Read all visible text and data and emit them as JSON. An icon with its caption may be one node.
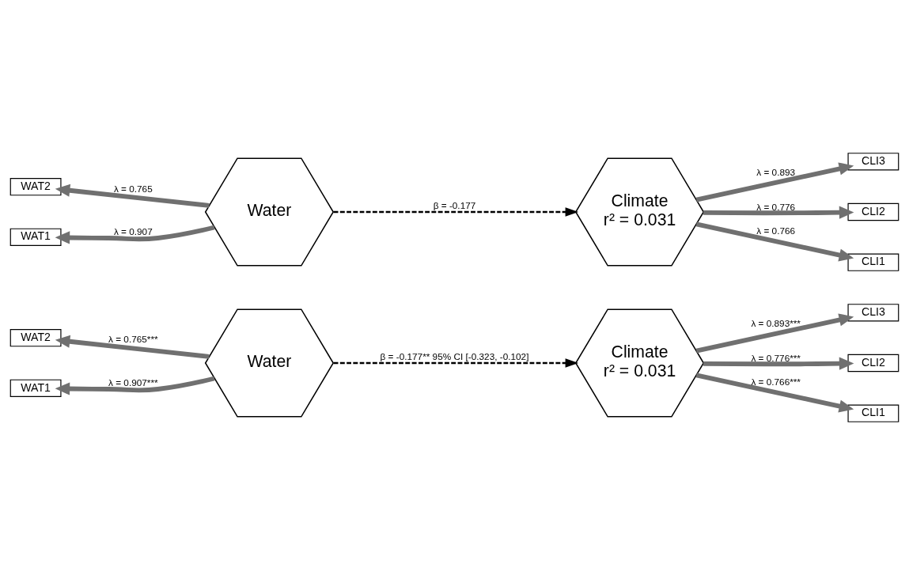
{
  "diagram": {
    "nodes": [
      {
        "text": [
          "WAT1"
        ]
      },
      {
        "text": [
          "WAT2"
        ]
      },
      {
        "text": [
          "Water"
        ]
      },
      {
        "text": [
          "Climate",
          "r² = 0.031"
        ]
      },
      {
        "text": [
          "CLI1"
        ]
      },
      {
        "text": [
          "CLI2"
        ]
      },
      {
        "text": [
          "CLI3"
        ]
      },
      {
        "text": [
          "WAT1"
        ]
      },
      {
        "text": [
          "WAT2"
        ]
      },
      {
        "text": [
          "Water"
        ]
      },
      {
        "text": [
          "Climate",
          "r² = 0.031"
        ]
      },
      {
        "text": [
          "CLI1"
        ]
      },
      {
        "text": [
          "CLI2"
        ]
      },
      {
        "text": [
          "CLI3"
        ]
      }
    ],
    "edges": [
      {
        "from": 2,
        "to": 0,
        "arrow": "to",
        "label": "λ = 0.907"
      },
      {
        "from": 2,
        "to": 1,
        "arrow": "to",
        "label": "λ = 0.765"
      },
      {
        "from": 2,
        "to": 3,
        "arrow": "to",
        "label": "β = -0.177",
        "style": "dashed",
        "color": "#000000"
      },
      {
        "from": 3,
        "to": 4,
        "arrow": "to",
        "label": "λ = 0.766"
      },
      {
        "from": 3,
        "to": 5,
        "arrow": "to",
        "label": "λ = 0.776"
      },
      {
        "from": 3,
        "to": 6,
        "arrow": "to",
        "label": "λ = 0.893"
      },
      {
        "from": 9,
        "to": 7,
        "arrow": "to",
        "label": "λ = 0.907***"
      },
      {
        "from": 9,
        "to": 8,
        "arrow": "to",
        "label": "λ = 0.765***"
      },
      {
        "from": 9,
        "to": 10,
        "arrow": "to",
        "label": "β = -0.177** 95% CI [-0.323, -0.102]",
        "style": "dashed",
        "color": "#000000"
      },
      {
        "from": 10,
        "to": 11,
        "arrow": "to",
        "label": "λ = 0.766***"
      },
      {
        "from": 10,
        "to": 12,
        "arrow": "to",
        "label": "λ = 0.776***"
      },
      {
        "from": 10,
        "to": 13,
        "arrow": "to",
        "label": "λ = 0.893***"
      }
    ]
  }
}
